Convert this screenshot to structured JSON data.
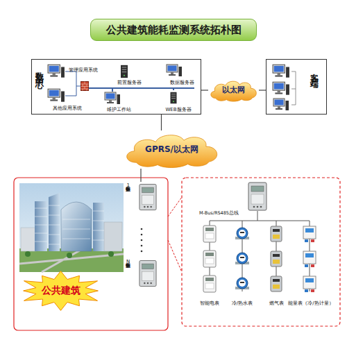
{
  "diagram": {
    "title": "公共建筑能耗监测系统拓朴图",
    "nodes": [
      {
        "text": [
          "数据中心"
        ]
      },
      {
        "text": [
          "管理应用系统"
        ],
        "in": 0
      },
      {
        "text": [
          "其他应用系统"
        ],
        "in": 0
      },
      {
        "text": [
          "前置服务器"
        ],
        "in": 0
      },
      {
        "text": [
          "数据服务器"
        ],
        "in": 0
      },
      {
        "text": [
          "维护工作站"
        ],
        "in": 0
      },
      {
        "text": [
          "WEB服务器"
        ],
        "in": 0
      },
      {
        "text": [
          "以太网"
        ]
      },
      {
        "text": [
          "客户端"
        ]
      },
      {
        "text": [
          "GPRS/以太网"
        ]
      },
      {
        "text": [
          "数据集中器1"
        ]
      },
      {
        "text": [
          "数据集中器N"
        ]
      },
      {
        "text": [
          "公共建筑"
        ]
      }
    ],
    "edges": [
      {
        "from": 0,
        "to": 7,
        "arrow": "none"
      },
      {
        "from": 7,
        "to": 8,
        "arrow": "none"
      },
      {
        "from": 0,
        "to": 9,
        "arrow": "none"
      },
      {
        "from": 9,
        "to": 10,
        "arrow": "none"
      }
    ],
    "labels": [
      "M-Bus/RS485总线",
      "智能电表",
      "冷/热水表",
      "燃气表",
      "能量表（冷/热计量）"
    ]
  }
}
